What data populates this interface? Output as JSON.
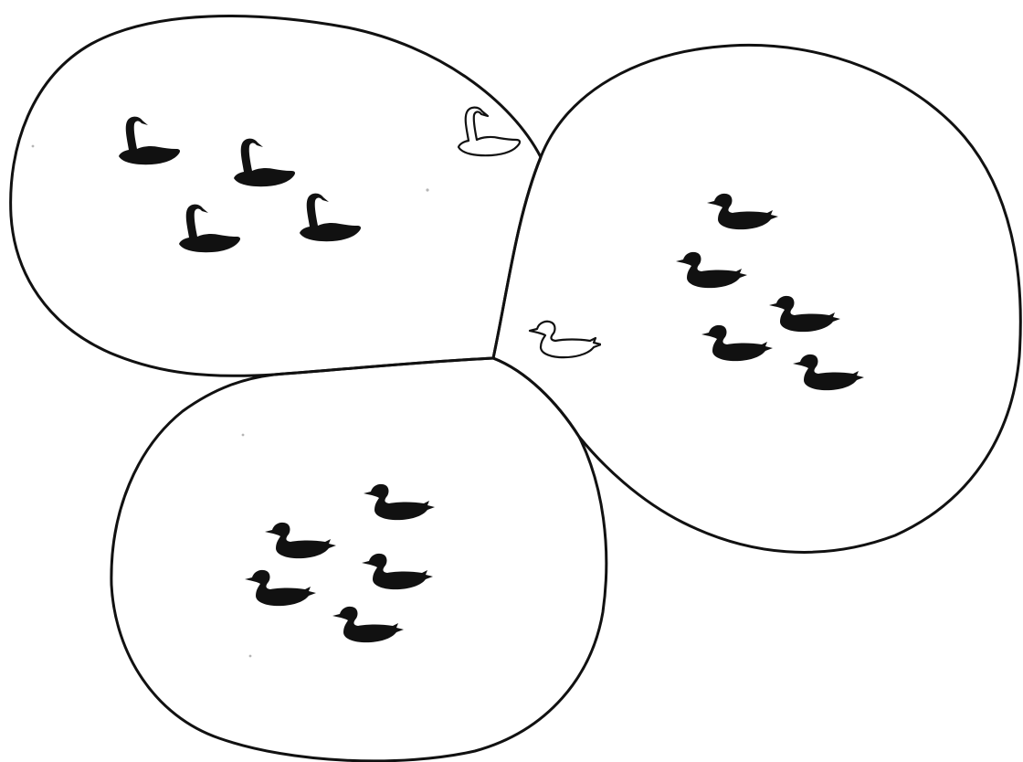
{
  "groups": [
    {
      "id": "left",
      "birds": [
        {
          "kind": "swan",
          "color": "black"
        },
        {
          "kind": "swan",
          "color": "black"
        },
        {
          "kind": "swan",
          "color": "black"
        },
        {
          "kind": "swan",
          "color": "black"
        },
        {
          "kind": "swan",
          "color": "white"
        }
      ]
    },
    {
      "id": "right",
      "birds": [
        {
          "kind": "duck",
          "color": "black"
        },
        {
          "kind": "duck",
          "color": "black"
        },
        {
          "kind": "duck",
          "color": "black"
        },
        {
          "kind": "duck",
          "color": "black"
        },
        {
          "kind": "duck",
          "color": "black"
        },
        {
          "kind": "duck",
          "color": "white"
        }
      ]
    },
    {
      "id": "bottom",
      "birds": [
        {
          "kind": "duck",
          "color": "black"
        },
        {
          "kind": "duck",
          "color": "black"
        },
        {
          "kind": "duck",
          "color": "black"
        },
        {
          "kind": "duck",
          "color": "black"
        },
        {
          "kind": "duck",
          "color": "black"
        }
      ]
    }
  ],
  "colors": {
    "black": "#111111",
    "white": "#ffffff",
    "outline": "#111111",
    "background": "#ffffff"
  }
}
